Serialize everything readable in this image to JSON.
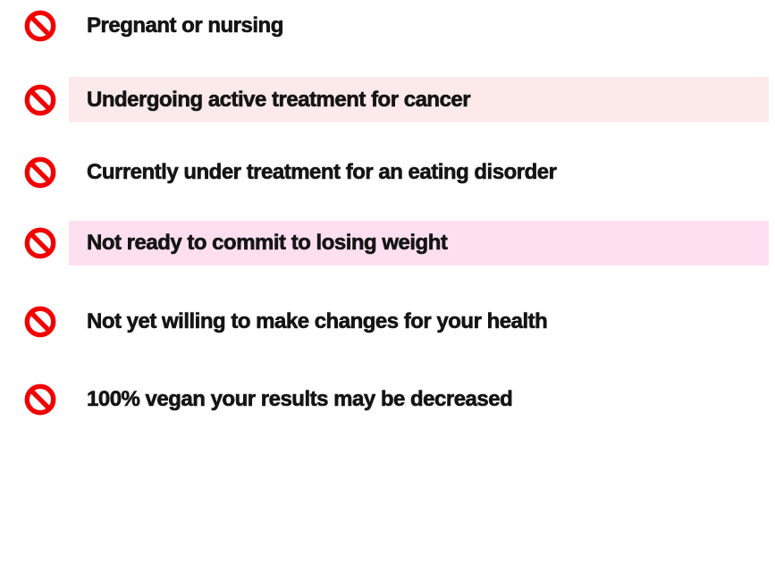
{
  "page": {
    "background_color": "#ffffff",
    "text_color": "#151515"
  },
  "icon": {
    "glyph": "prohibited-no-symbol",
    "color": "#f20000"
  },
  "rows": [
    {
      "label": "Pregnant or nursing",
      "bar_color": "transparent"
    },
    {
      "label": "Undergoing active treatment for cancer",
      "bar_color": "#fce9e9"
    },
    {
      "label": "Currently under treatment for an eating disorder",
      "bar_color": "#ffffff"
    },
    {
      "label": "Not ready to commit to losing weight",
      "bar_color": "#fddff0"
    },
    {
      "label": "Not yet willing to make changes for your health",
      "bar_color": "transparent"
    },
    {
      "label": "100% vegan your results may be decreased",
      "bar_color": "transparent"
    }
  ]
}
